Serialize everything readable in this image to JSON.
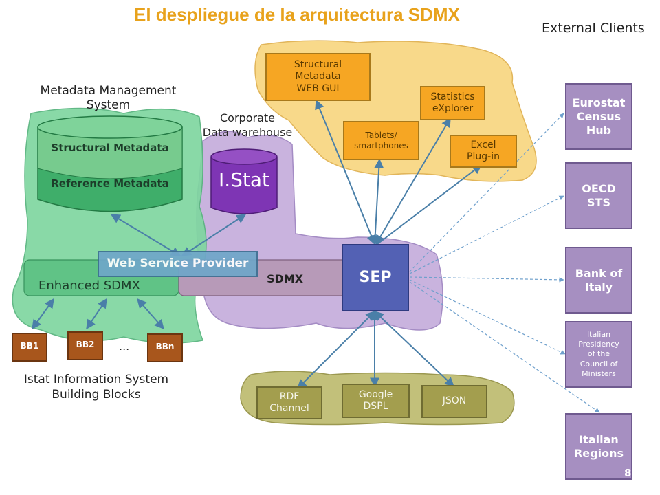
{
  "title": "El despliegue de la arquitectura SDMX",
  "colors": {
    "title": "#e8a21c",
    "orange_box": "#f6a623",
    "purple_box": "#a68fc1",
    "sep_box": "#5361b4",
    "olive_box": "#a39e4e",
    "green_cloud": "#7fd6a0",
    "purple_cloud": "#c9b3de",
    "yellow_cloud": "#f8d98a",
    "olive_cloud": "#c2c07a",
    "arrow": "#4a7fa8"
  },
  "labels": {
    "external_clients": "External Clients",
    "mms_line1": "Metadata Management",
    "mms_line2": "System",
    "cdw_line1": "Corporate",
    "cdw_line2": "Data warehouse",
    "structural_metadata": "Structural Metadata",
    "reference_metadata": "Reference Metadata",
    "istat": "I.Stat",
    "web_service_provider": "Web Service Provider",
    "enhanced_sdmx": "Enhanced SDMX",
    "sdmx": "SDMX",
    "sep": "SEP",
    "dots": "...",
    "istat_is_line1": "Istat Information System",
    "istat_is_line2": "Building Blocks",
    "page_number": "8"
  },
  "clients": {
    "structural_web_gui": [
      "Structural",
      "Metadata",
      "WEB GUI"
    ],
    "statistics_explorer": [
      "Statistics",
      "eXplorer"
    ],
    "tablets": [
      "Tablets/",
      "smartphones"
    ],
    "excel": [
      "Excel",
      "Plug-in"
    ]
  },
  "outputs": {
    "rdf": [
      "RDF",
      "Channel"
    ],
    "google": [
      "Google",
      "DSPL"
    ],
    "json": "JSON"
  },
  "external": {
    "eurostat": [
      "Eurostat",
      "Census",
      "Hub"
    ],
    "oecd": [
      "OECD",
      "STS"
    ],
    "bank": [
      "Bank of",
      "Italy"
    ],
    "presidency": [
      "Italian",
      "Presidency",
      "of the",
      "Council of",
      "Ministers"
    ],
    "regions": [
      "Italian",
      "Regions"
    ]
  },
  "building_blocks": [
    "BB1",
    "BB2",
    "BBn"
  ]
}
